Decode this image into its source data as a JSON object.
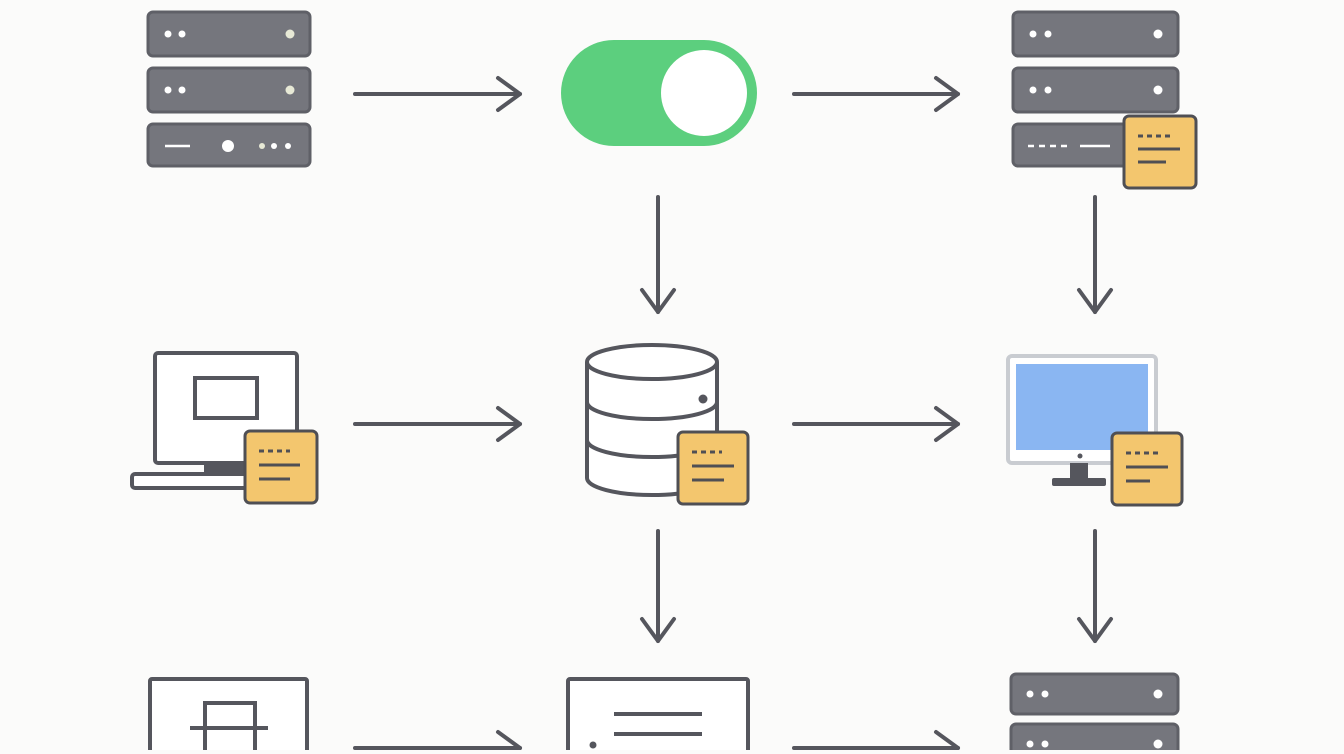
{
  "colors": {
    "background": "#fbfbfa",
    "stroke": "#55565d",
    "server_fill": "#75767d",
    "server_stroke": "#5f6067",
    "toggle_on": "#5ccf7e",
    "note_fill": "#f3c66e",
    "note_stroke": "#4f4f54",
    "screen_blue": "#8ab6f2",
    "screen_frame": "#c9ccd1"
  },
  "nodes": [
    {
      "id": "server-stack-top-left",
      "icon": "server-rack-icon"
    },
    {
      "id": "toggle-switch-on",
      "icon": "toggle-switch-icon",
      "state": "on"
    },
    {
      "id": "server-stack-top-right",
      "icon": "server-rack-icon",
      "has_note": true
    },
    {
      "id": "laptop-mid-left",
      "icon": "laptop-icon",
      "has_note": true
    },
    {
      "id": "database-center",
      "icon": "database-icon",
      "has_note": true
    },
    {
      "id": "monitor-mid-right",
      "icon": "desktop-monitor-icon",
      "has_note": true
    },
    {
      "id": "window-bottom-left",
      "icon": "window-grid-icon"
    },
    {
      "id": "document-bottom-center",
      "icon": "document-list-icon"
    },
    {
      "id": "server-stack-bottom-right",
      "icon": "server-rack-icon"
    }
  ],
  "connections": [
    {
      "from": "server-stack-top-left",
      "to": "toggle-switch-on",
      "direction": "right"
    },
    {
      "from": "toggle-switch-on",
      "to": "server-stack-top-right",
      "direction": "right"
    },
    {
      "from": "toggle-switch-on",
      "to": "database-center",
      "direction": "down"
    },
    {
      "from": "server-stack-top-right",
      "to": "monitor-mid-right",
      "direction": "down"
    },
    {
      "from": "laptop-mid-left",
      "to": "database-center",
      "direction": "right"
    },
    {
      "from": "database-center",
      "to": "monitor-mid-right",
      "direction": "right"
    },
    {
      "from": "database-center",
      "to": "document-bottom-center",
      "direction": "down"
    },
    {
      "from": "monitor-mid-right",
      "to": "server-stack-bottom-right",
      "direction": "down"
    },
    {
      "from": "window-bottom-left",
      "to": "document-bottom-center",
      "direction": "right"
    },
    {
      "from": "document-bottom-center",
      "to": "server-stack-bottom-right",
      "direction": "right"
    }
  ]
}
